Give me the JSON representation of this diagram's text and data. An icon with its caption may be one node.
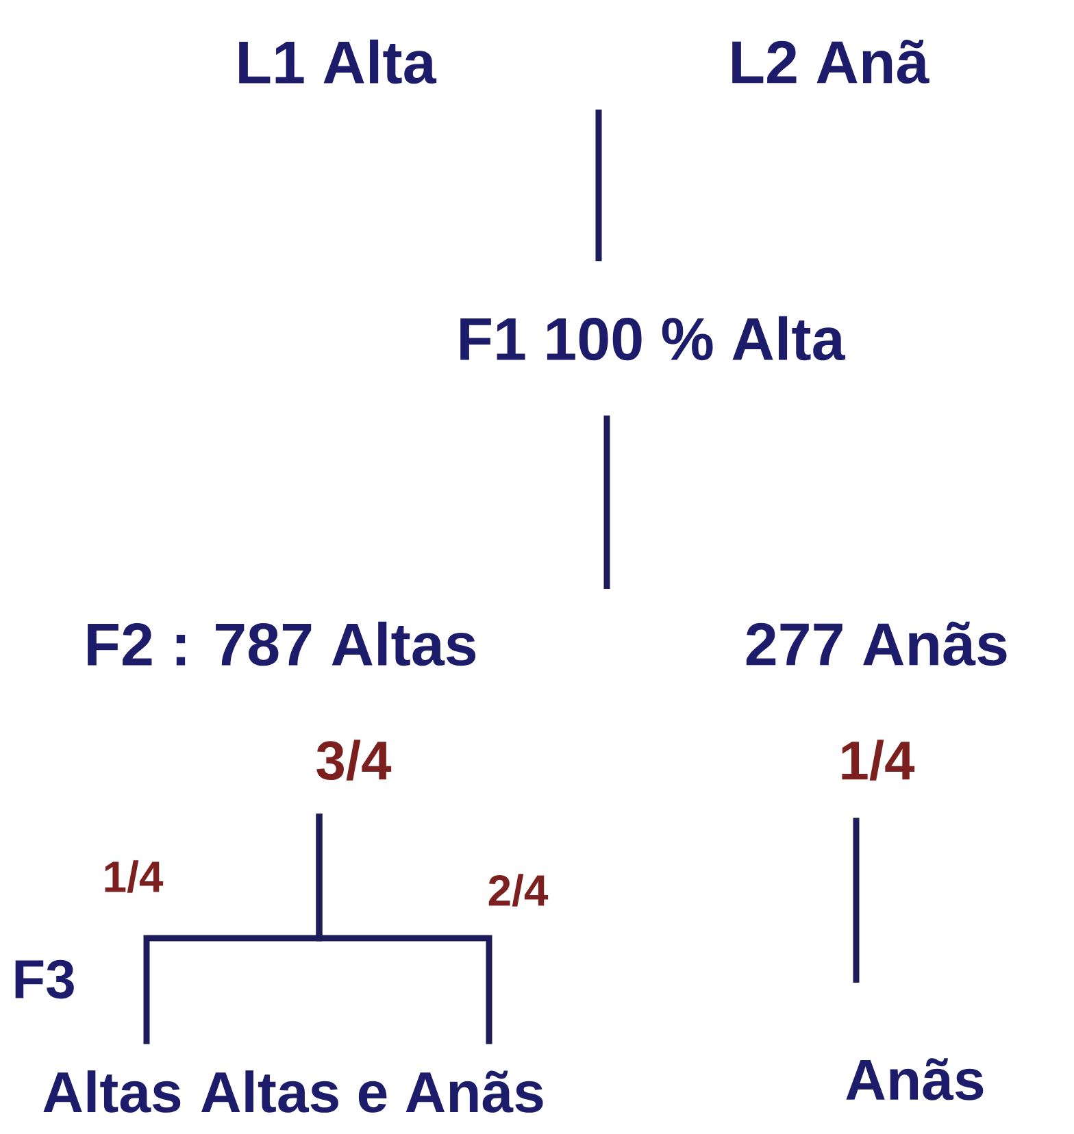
{
  "diagram": {
    "nodes": [
      {
        "text": [
          "L1 Alta"
        ]
      },
      {
        "text": [
          "L2 Anã"
        ]
      },
      {
        "text": [
          "F1 100 % Alta"
        ]
      },
      {
        "text": [
          "F2 : 787 Altas"
        ]
      },
      {
        "text": [
          "277 Anãs"
        ]
      },
      {
        "text": [
          "3/4"
        ]
      },
      {
        "text": [
          "1/4"
        ]
      },
      {
        "text": [
          "Altas"
        ]
      },
      {
        "text": [
          "Altas e Anãs"
        ]
      },
      {
        "text": [
          "Anãs"
        ]
      }
    ],
    "edges": [
      {
        "from": null,
        "to": 2,
        "arrow": "none"
      },
      {
        "from": 2,
        "to": null,
        "arrow": "none"
      },
      {
        "from": 5,
        "to": 7,
        "arrow": "none",
        "label": "1/4"
      },
      {
        "from": 5,
        "to": 8,
        "arrow": "none",
        "label": "2/4"
      },
      {
        "from": 6,
        "to": 9,
        "arrow": "none"
      }
    ],
    "labels": [
      "F3"
    ]
  }
}
